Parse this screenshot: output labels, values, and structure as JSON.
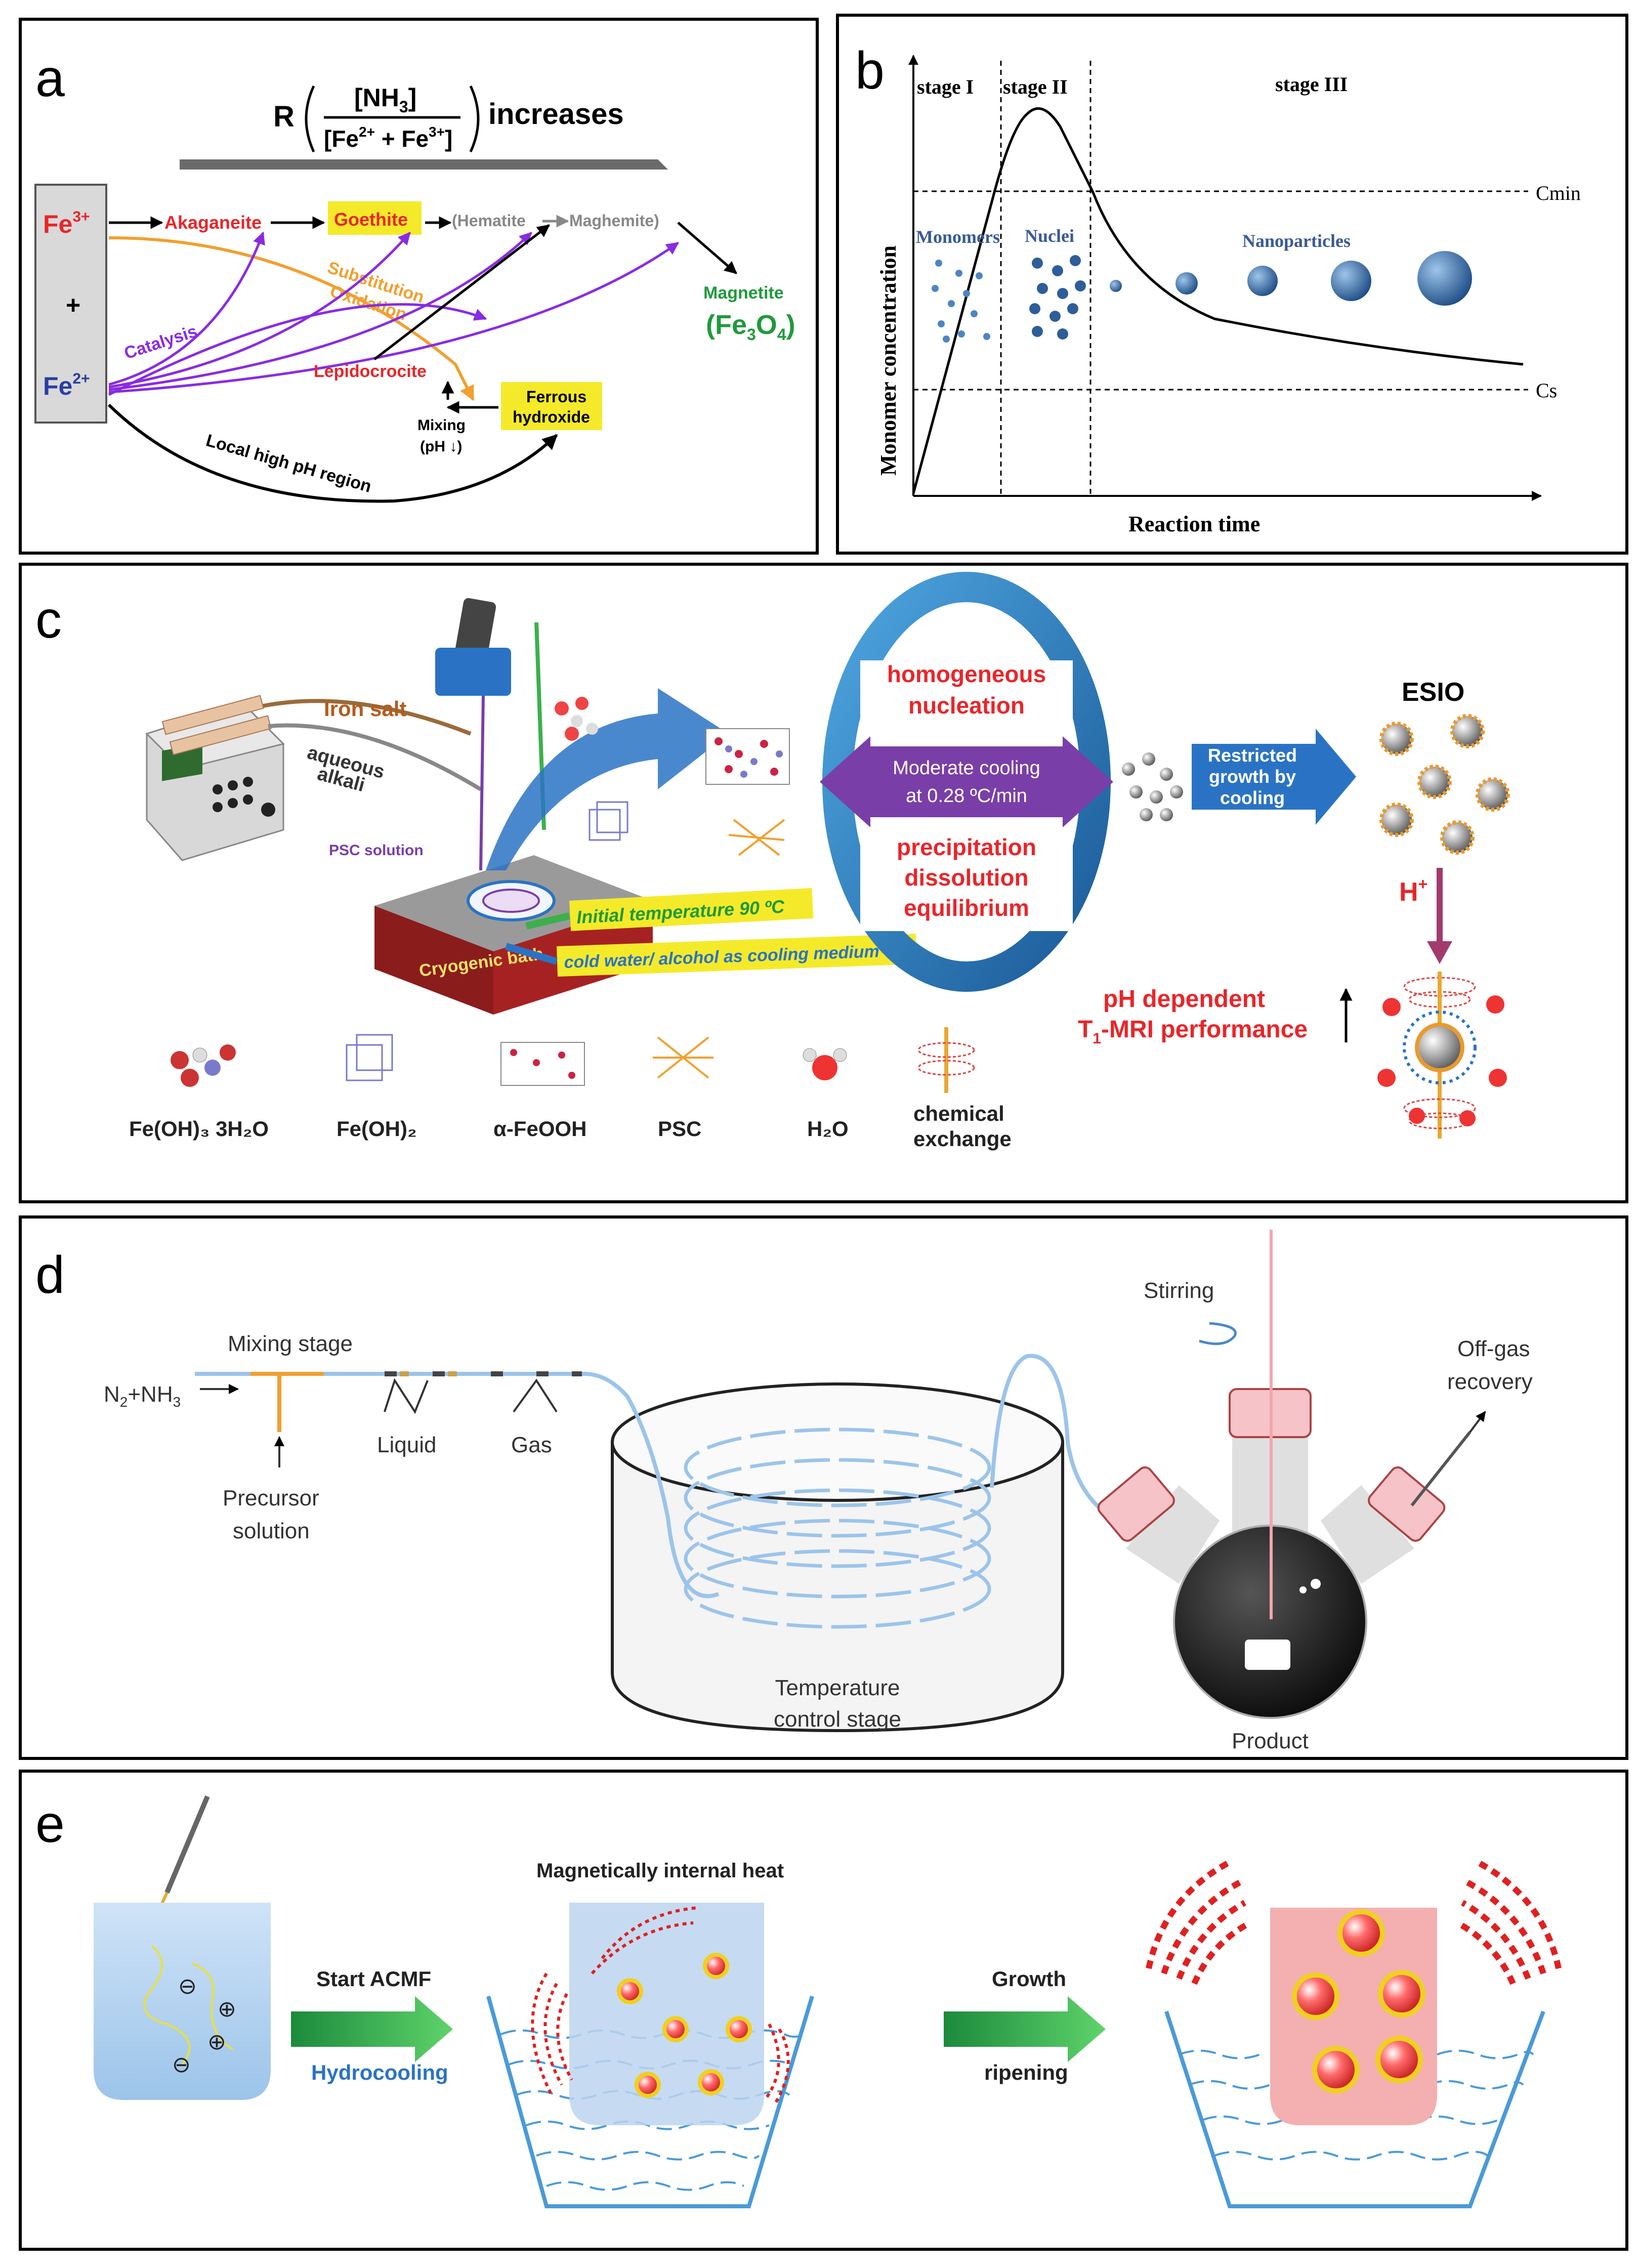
{
  "panels": {
    "a": {
      "label": "a",
      "ratio_prefix": "R",
      "ratio_num": "[NH",
      "ratio_num_sub": "3",
      "ratio_num_close": "]",
      "ratio_den": "[Fe",
      "ratio_den_sup1": "2+",
      "ratio_den_mid": " + Fe",
      "ratio_den_sup2": "3+",
      "ratio_den_close": "]",
      "increases": "increases",
      "fe3": "Fe",
      "fe3_sup": "3+",
      "plus": "+",
      "fe2": "Fe",
      "fe2_sup": "2+",
      "akaganeite": "Akaganeite",
      "goethite": "Goethite",
      "hematite": "(Hematite",
      "maghemite": "Maghemite)",
      "substitution": "Substitution",
      "oxidation": "Oxidation",
      "catalysis": "Catalysis",
      "magnetite": "Magnetite",
      "fe3o4": "(Fe",
      "fe3o4_sub1": "3",
      "fe3o4_mid": "O",
      "fe3o4_sub2": "4",
      "fe3o4_close": ")",
      "lepidocrocite": "Lepidocrocite",
      "ferrous1": "Ferrous",
      "ferrous2": "hydroxide",
      "mixing1": "Mixing",
      "mixing2": "(pH ↓)",
      "local_ph": "Local high pH region",
      "colors": {
        "red": "#e8262a",
        "orange": "#f0a030",
        "purple": "#8a2be2",
        "green": "#1f9a3c",
        "yellow": "#f5ea2a",
        "blue": "#2a3ea0"
      }
    },
    "b": {
      "label": "b",
      "stage1": "stage I",
      "stage2": "stage II",
      "stage3": "stage III",
      "cmin": "Cmin",
      "cs": "Cs",
      "monomers": "Monomers",
      "nuclei": "Nuclei",
      "nanoparticles": "Nanoparticles",
      "ylabel": "Monomer concentration",
      "xlabel": "Reaction time"
    },
    "c": {
      "label": "c",
      "iron_salt": "Iron salt",
      "aqueous": "aqueous",
      "alkali": "alkali",
      "psc_solution": "PSC solution",
      "cryogenic_bath": "Cryogenic bath",
      "initial_temp": "Initial temperature 90 ºC",
      "cooling_medium": "cold water/ alcohol as cooling medium",
      "homogeneous": "homogeneous",
      "nucleation": "nucleation",
      "moderate1": "Moderate cooling",
      "moderate2": "at 0.28 ºC/min",
      "precipitation": "precipitation",
      "dissolution": "dissolution",
      "equilibrium": "equilibrium",
      "restricted1": "Restricted",
      "restricted2": "growth by",
      "restricted3": "cooling",
      "esio": "ESIO",
      "h_plus": "H",
      "h_plus_sup": "+",
      "ph_dependent": "pH dependent",
      "t1_mri": "T",
      "t1_mri_sub": "1",
      "t1_mri_rest": "-MRI performance",
      "legend": [
        "Fe(OH)₃ 3H₂O",
        "Fe(OH)₂",
        "α-FeOOH",
        "PSC",
        "H₂O",
        "chemical",
        "exchange"
      ]
    },
    "d": {
      "label": "d",
      "stirring": "Stirring",
      "offgas1": "Off-gas",
      "offgas2": "recovery",
      "mixing_stage": "Mixing stage",
      "n2nh3": "N",
      "n2nh3_sub1": "2",
      "n2nh3_mid": "+NH",
      "n2nh3_sub2": "3",
      "liquid": "Liquid",
      "gas": "Gas",
      "precursor1": "Precursor",
      "precursor2": "solution",
      "temp1": "Temperature",
      "temp2": "control stage",
      "product": "Product"
    },
    "e": {
      "label": "e",
      "magnetically": "Magnetically internal heat",
      "start_acmf": "Start ACMF",
      "hydrocooling": "Hydrocooling",
      "growth": "Growth",
      "ripening": "ripening",
      "ions": [
        "⊖",
        "⊕",
        "⊕",
        "⊖"
      ]
    }
  }
}
